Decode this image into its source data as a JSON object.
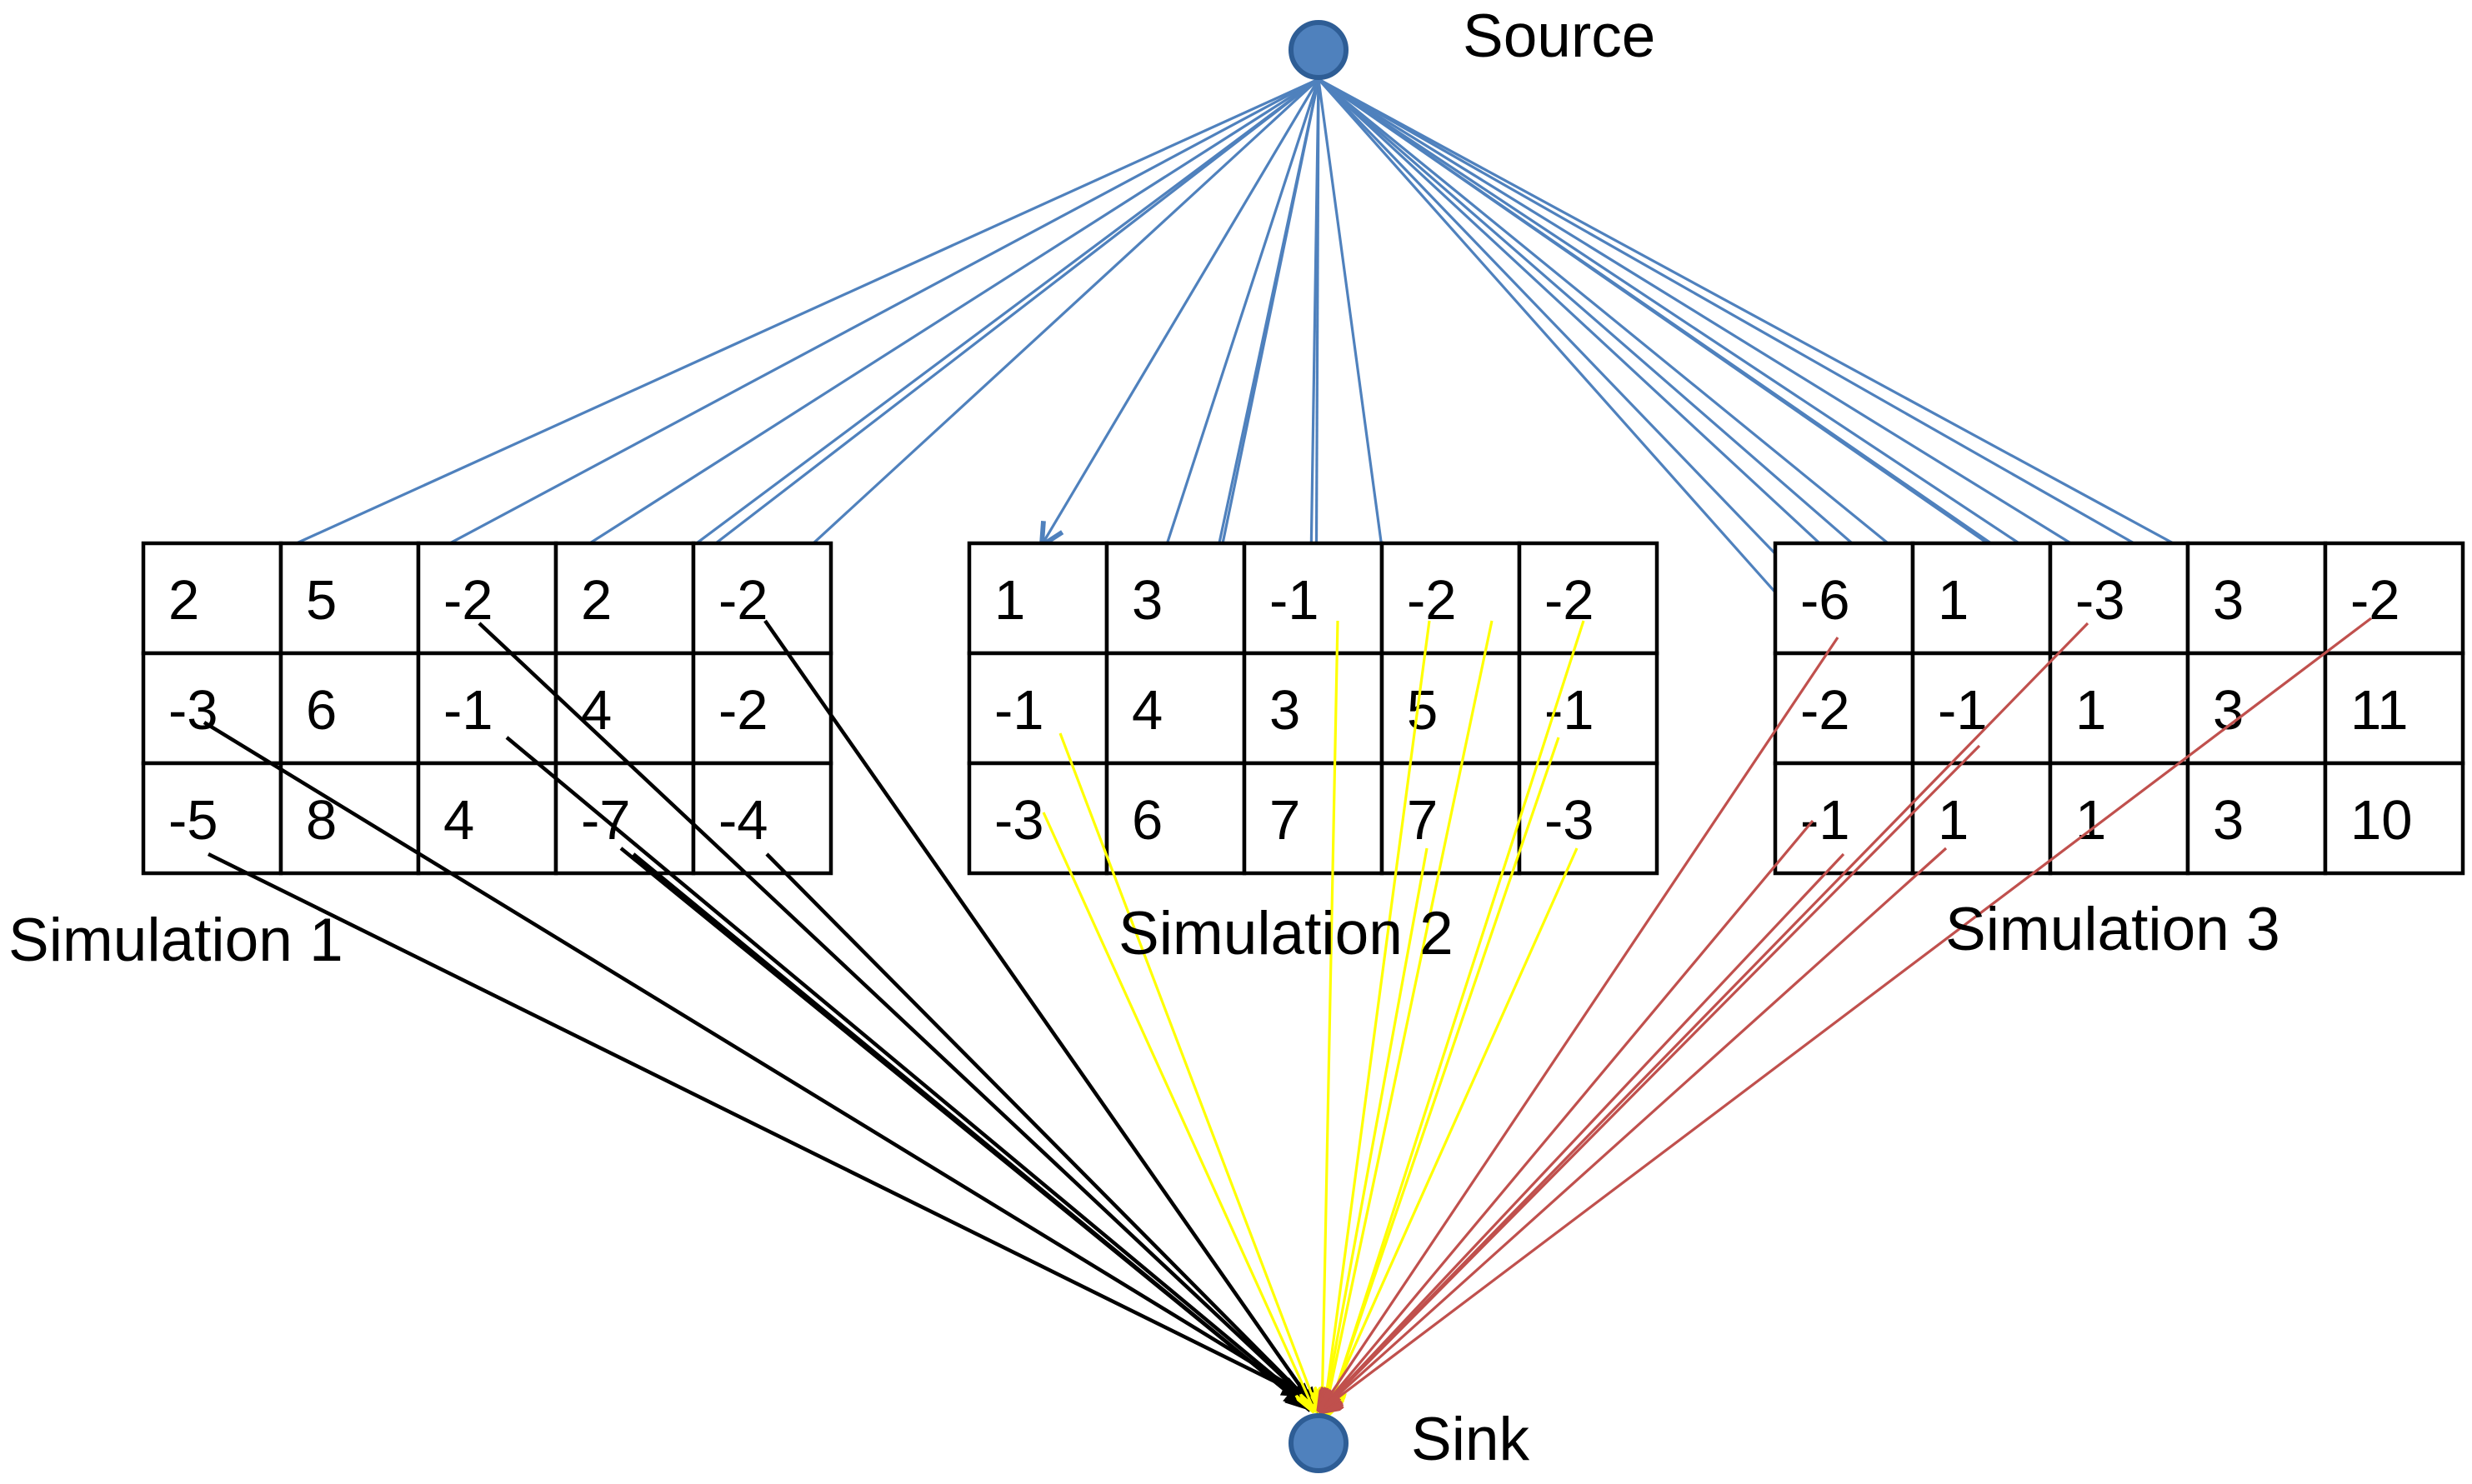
{
  "colors": {
    "node": "#4f81bd",
    "source_edges": "#4f81bd",
    "sim1_edges": "#000000",
    "sim2_edges": "#ffff00",
    "sim3_edges": "#c0504d"
  },
  "source": {
    "label": "Source"
  },
  "sink": {
    "label": "Sink"
  },
  "simulations": [
    {
      "label": "Simulation 1",
      "rows": [
        [
          "2",
          "5",
          "-2",
          "2",
          "-2"
        ],
        [
          "-3",
          "6",
          "-1",
          "4",
          "-2"
        ],
        [
          "-5",
          "8",
          "4",
          "-7",
          "-4"
        ]
      ]
    },
    {
      "label": "Simulation 2",
      "rows": [
        [
          "1",
          "3",
          "-1",
          "-2",
          "-2"
        ],
        [
          "-1",
          "4",
          "3",
          "5",
          "-1"
        ],
        [
          "-3",
          "6",
          "7",
          "7",
          "-3"
        ]
      ]
    },
    {
      "label": "Simulation 3",
      "rows": [
        [
          "-6",
          "1",
          "-3",
          "3",
          "-2"
        ],
        [
          "-2",
          "-1",
          "1",
          "3",
          "11"
        ],
        [
          "-1",
          "1",
          "1",
          "3",
          "10"
        ]
      ]
    }
  ]
}
